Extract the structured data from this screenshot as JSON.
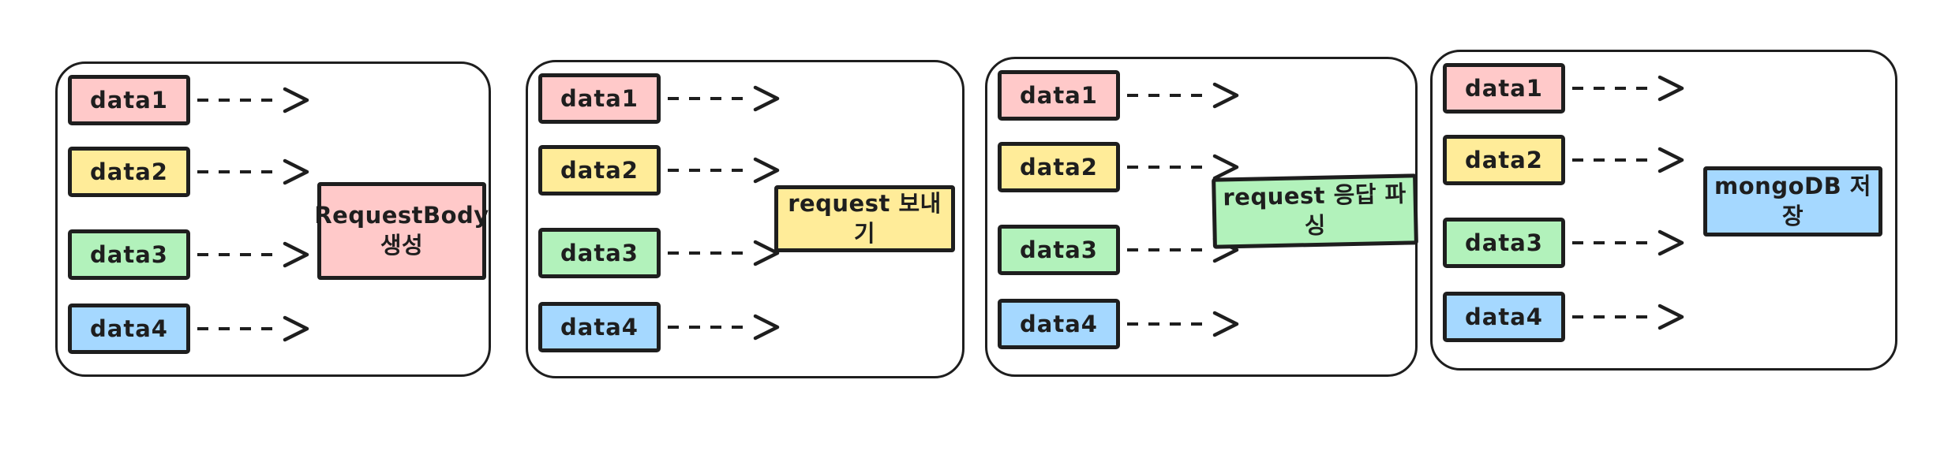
{
  "diagram": {
    "colors": {
      "pink": "#ffc9c9",
      "yellow": "#ffec99",
      "green": "#b2f2bb",
      "blue": "#a5d8ff",
      "stroke": "#1e1e1e",
      "background": "#ffffff"
    },
    "panels": [
      {
        "items": [
          {
            "label": "data1",
            "color": "pink"
          },
          {
            "label": "data2",
            "color": "yellow"
          },
          {
            "label": "data3",
            "color": "green"
          },
          {
            "label": "data4",
            "color": "blue"
          }
        ],
        "process": {
          "label": "RequestBody\n생성",
          "color": "pink"
        }
      },
      {
        "items": [
          {
            "label": "data1",
            "color": "pink"
          },
          {
            "label": "data2",
            "color": "yellow"
          },
          {
            "label": "data3",
            "color": "green"
          },
          {
            "label": "data4",
            "color": "blue"
          }
        ],
        "process": {
          "label": "request 보내기",
          "color": "yellow"
        }
      },
      {
        "items": [
          {
            "label": "data1",
            "color": "pink"
          },
          {
            "label": "data2",
            "color": "yellow"
          },
          {
            "label": "data3",
            "color": "green"
          },
          {
            "label": "data4",
            "color": "blue"
          }
        ],
        "process": {
          "label": "request 응답 파싱",
          "color": "green"
        }
      },
      {
        "items": [
          {
            "label": "data1",
            "color": "pink"
          },
          {
            "label": "data2",
            "color": "yellow"
          },
          {
            "label": "data3",
            "color": "green"
          },
          {
            "label": "data4",
            "color": "blue"
          }
        ],
        "process": {
          "label": "mongoDB 저장",
          "color": "blue"
        }
      }
    ]
  }
}
